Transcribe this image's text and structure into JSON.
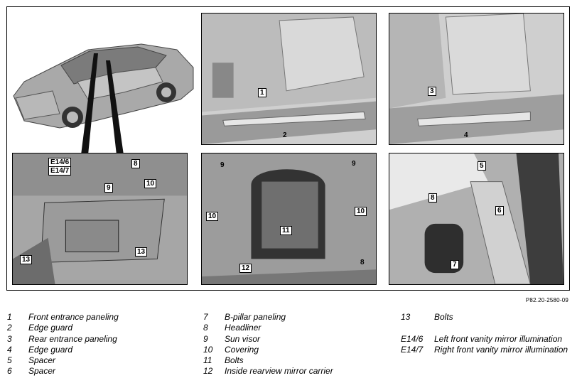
{
  "figure_id": "P82.20-2580-09",
  "panels": {
    "car_overview": {},
    "front_entrance": {
      "callouts": [
        "1",
        "2"
      ]
    },
    "rear_entrance": {
      "callouts": [
        "3",
        "4"
      ]
    },
    "sun_visor": {
      "callouts": [
        "E14/6",
        "E14/7",
        "8",
        "9",
        "10",
        "13"
      ]
    },
    "headliner_front": {
      "callouts": [
        "9",
        "9",
        "10",
        "10",
        "11",
        "12",
        "8"
      ]
    },
    "b_pillar": {
      "callouts": [
        "5",
        "8",
        "6",
        "7"
      ]
    }
  },
  "legend": {
    "col1": [
      {
        "num": "1",
        "text": "Front entrance paneling"
      },
      {
        "num": "2",
        "text": "Edge guard"
      },
      {
        "num": "3",
        "text": "Rear entrance paneling"
      },
      {
        "num": "4",
        "text": "Edge guard"
      },
      {
        "num": "5",
        "text": "Spacer"
      },
      {
        "num": "6",
        "text": "Spacer"
      }
    ],
    "col2": [
      {
        "num": "7",
        "text": "B-pillar paneling"
      },
      {
        "num": "8",
        "text": "Headliner"
      },
      {
        "num": "9",
        "text": "Sun visor"
      },
      {
        "num": "10",
        "text": "Covering"
      },
      {
        "num": "11",
        "text": "Bolts"
      },
      {
        "num": "12",
        "text": "Inside rearview mirror carrier"
      }
    ],
    "col3": [
      {
        "num": "13",
        "text": "Bolts"
      },
      {
        "num": "",
        "text": ""
      },
      {
        "num": "E14/6",
        "text": "Left front vanity mirror illumination"
      },
      {
        "num": "E14/7",
        "text": "Right front vanity mirror illumination"
      }
    ]
  }
}
